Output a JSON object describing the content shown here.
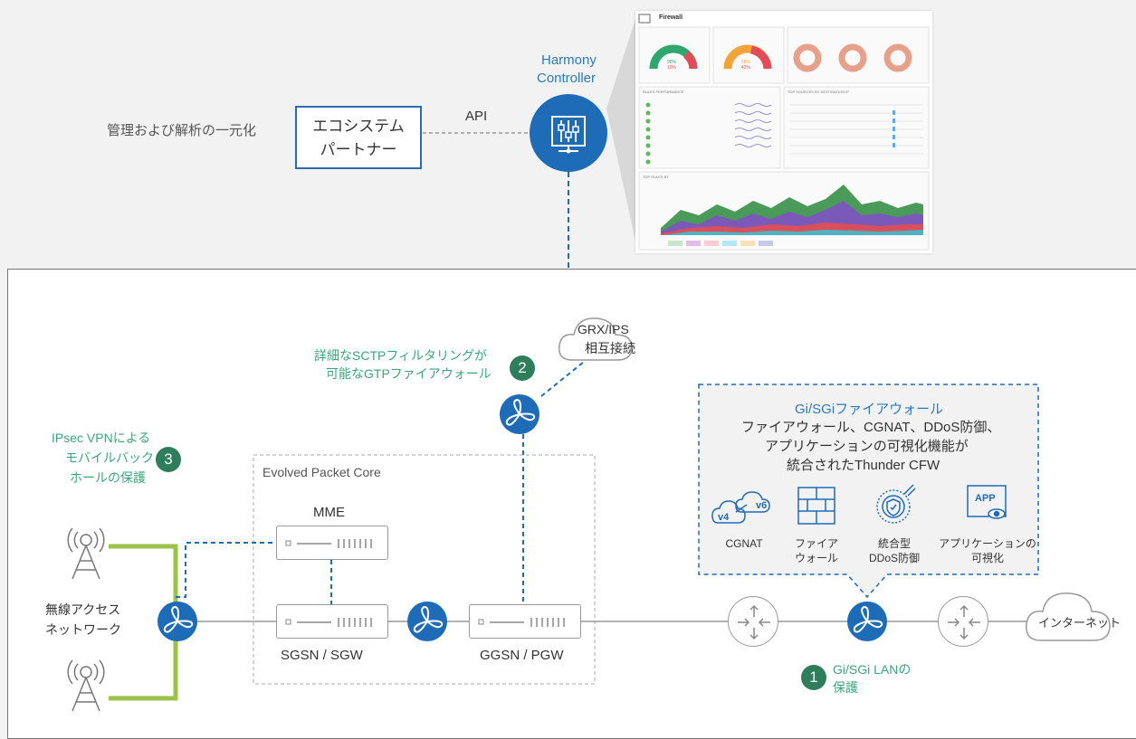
{
  "management_label": "管理および解析の一元化",
  "ecosystem": {
    "line1": "エコシステム",
    "line2": "パートナー"
  },
  "api_label": "API",
  "harmony": {
    "line1": "Harmony",
    "line2": "Controller"
  },
  "dashboard": {
    "title": "Firewall",
    "gauge_left": {
      "value1": "90%",
      "value2": "10%"
    },
    "gauge_mid": {
      "value1": "58%",
      "value2": "42%"
    },
    "section_rules": "RULES PERFORMANCE",
    "section_top": "TOP SOURCES BY DESTINATION IP",
    "section_rules_hit": "TOP RULES BY"
  },
  "grx": {
    "line1": "GRX/IPS",
    "line2": "相互接続"
  },
  "label2": {
    "line1": "詳細なSCTPフィルタリングが",
    "line2": "可能なGTPファイアウォール",
    "num": "2"
  },
  "label3": {
    "line1": "IPsec VPNによる",
    "line2": "モバイルバック",
    "line3": "ホールの保護",
    "num": "3"
  },
  "epc_title": "Evolved Packet Core",
  "mme": "MME",
  "sgsn": "SGSN / SGW",
  "ggsn": "GGSN / PGW",
  "ran": {
    "line1": "無線アクセス",
    "line2": "ネットワーク"
  },
  "gi": {
    "title": "Gi/SGiファイアウォール",
    "line1": "ファイアウォール、CGNAT、DDoS防御、",
    "line2": "アプリケーションの可視化機能が",
    "line3": "統合されたThunder CFW"
  },
  "icons": {
    "cgnat": "CGNAT",
    "fw1": "ファイア",
    "fw2": "ウォール",
    "ddos1": "統合型",
    "ddos2": "DDoS防御",
    "app1": "アプリケーションの",
    "app2": "可視化",
    "app_tag": "APP",
    "v4": "v4",
    "v6": "v6"
  },
  "internet": "インターネット",
  "label1": {
    "line1": "Gi/SGi LANの",
    "line2": "保護",
    "num": "1"
  }
}
